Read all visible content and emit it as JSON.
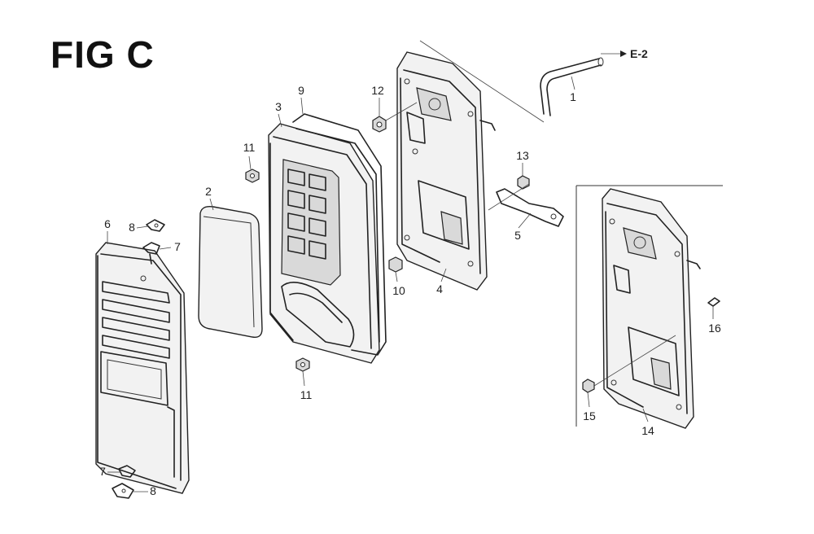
{
  "figure": {
    "title": "FIG C"
  },
  "reference": {
    "label": "E-2"
  },
  "callouts": [
    {
      "id": "c1",
      "text": "1"
    },
    {
      "id": "c2",
      "text": "2"
    },
    {
      "id": "c3",
      "text": "3"
    },
    {
      "id": "c4",
      "text": "4"
    },
    {
      "id": "c5",
      "text": "5"
    },
    {
      "id": "c6",
      "text": "6"
    },
    {
      "id": "c7a",
      "text": "7"
    },
    {
      "id": "c7b",
      "text": "7"
    },
    {
      "id": "c8a",
      "text": "8"
    },
    {
      "id": "c8b",
      "text": "8"
    },
    {
      "id": "c9",
      "text": "9"
    },
    {
      "id": "c10",
      "text": "10"
    },
    {
      "id": "c11a",
      "text": "11"
    },
    {
      "id": "c11b",
      "text": "11"
    },
    {
      "id": "c12",
      "text": "12"
    },
    {
      "id": "c13",
      "text": "13"
    },
    {
      "id": "c14",
      "text": "14"
    },
    {
      "id": "c15",
      "text": "15"
    },
    {
      "id": "c16",
      "text": "16"
    }
  ]
}
